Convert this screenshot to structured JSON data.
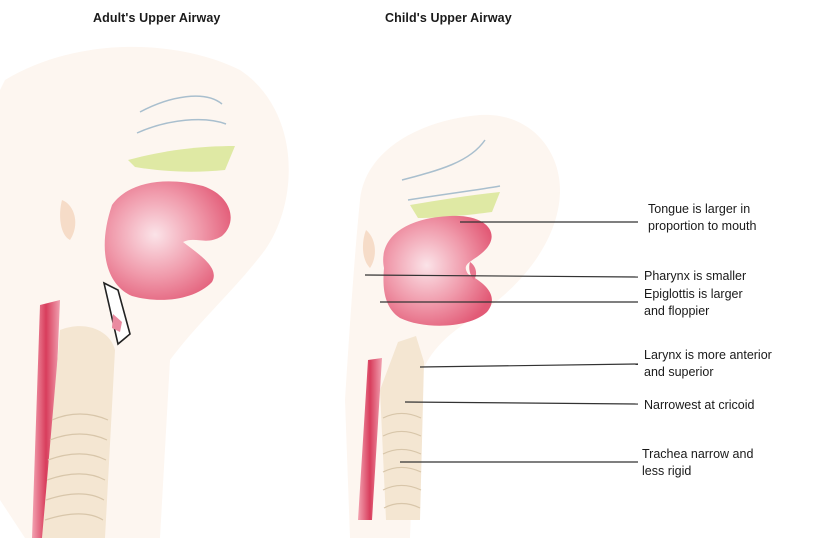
{
  "titles": {
    "adult": "Adult's Upper Airway",
    "child": "Child's Upper Airway"
  },
  "labels": [
    {
      "lines": [
        "Tongue is larger in",
        "proportion to mouth"
      ]
    },
    {
      "lines": [
        "Pharynx is smaller"
      ]
    },
    {
      "lines": [
        "Epiglottis is larger",
        "and floppier"
      ]
    },
    {
      "lines": [
        "Larynx is more anterior",
        "and superior"
      ]
    },
    {
      "lines": [
        "Narrowest at cricoid"
      ]
    },
    {
      "lines": [
        "Trachea narrow and",
        "less rigid"
      ]
    }
  ],
  "colors": {
    "skin": "#fdf5ef",
    "tongue": "#e8778f",
    "palate": "#dfeaa6",
    "muscle": "#d94a64",
    "cartilage": "#f3e3cc",
    "outline": "#9fb6c8"
  }
}
